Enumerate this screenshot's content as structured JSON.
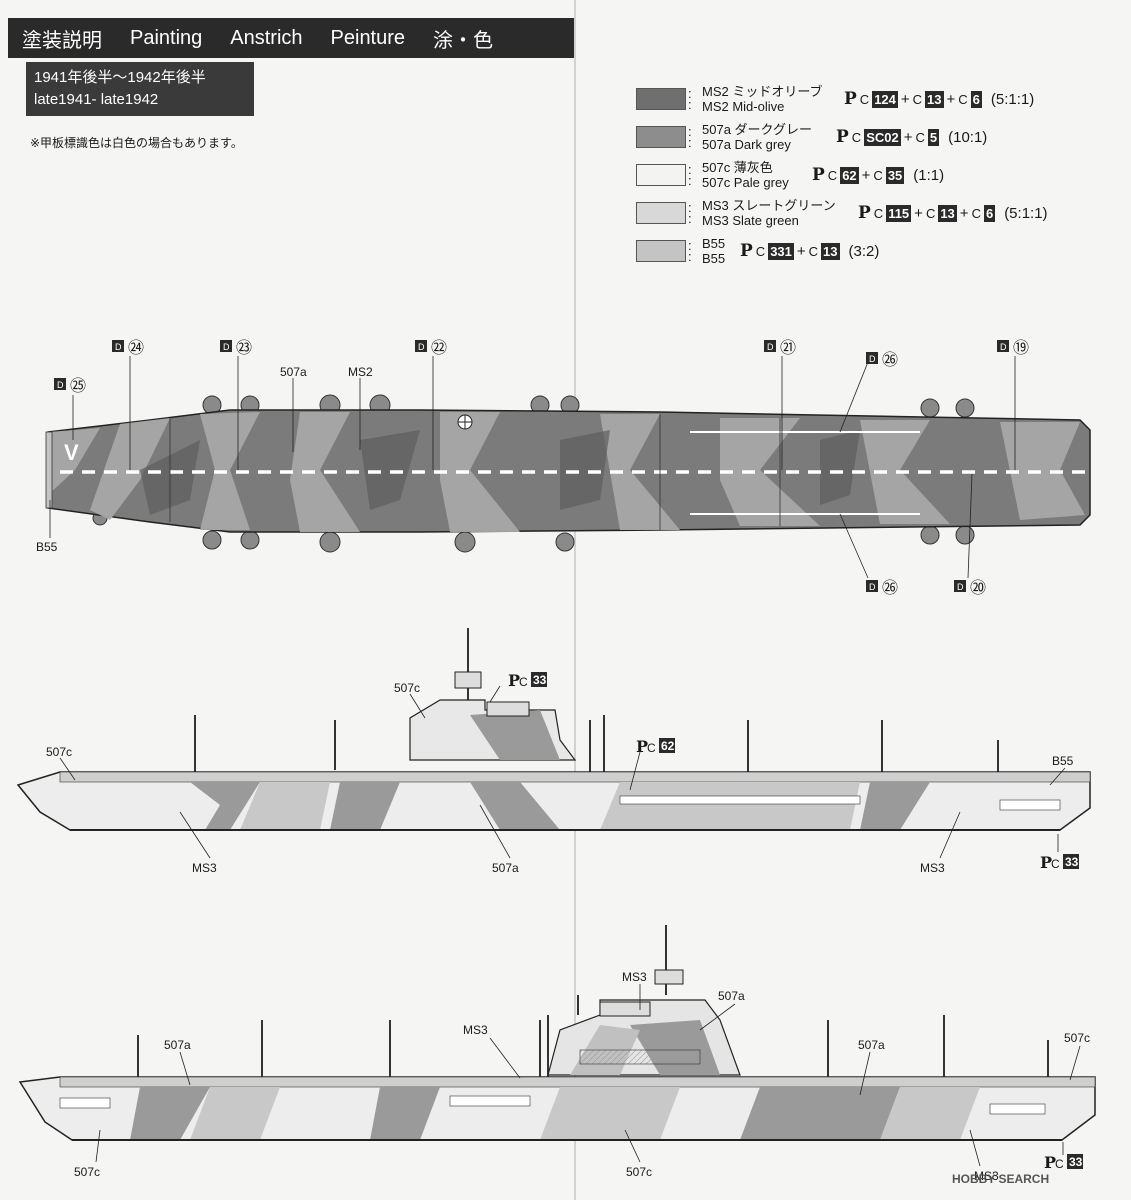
{
  "header": {
    "jp": "塗装説明",
    "en": "Painting",
    "de": "Anstrich",
    "fr": "Peinture",
    "jp2": "涂・色"
  },
  "period": {
    "jp": "1941年後半～1942年後半",
    "en": "late1941- late1942"
  },
  "note": "※甲板標識色は白色の場合もあります。",
  "legend": [
    {
      "jp": "MS2 ミッドオリーブ",
      "en": "MS2 Mid-olive",
      "color": "#6f6f6f",
      "brand": "P",
      "brand_sub": "C",
      "codes": [
        "124",
        "13",
        "6"
      ],
      "ratio": "(5:1:1)"
    },
    {
      "jp": "507a ダークグレー",
      "en": "507a Dark grey",
      "color": "#8d8d8d",
      "brand": "P",
      "brand_sub": "C",
      "codes": [
        "SC02",
        "5"
      ],
      "ratio": "(10:1)"
    },
    {
      "jp": "507c 薄灰色",
      "en": "507c Pale grey",
      "color": "#f3f3f3",
      "brand": "P",
      "brand_sub": "C",
      "codes": [
        "62",
        "35"
      ],
      "ratio": "(1:1)"
    },
    {
      "jp": "MS3 スレートグリーン",
      "en": "MS3 Slate green",
      "color": "#d8d8d8",
      "brand": "P",
      "brand_sub": "C",
      "codes": [
        "115",
        "13",
        "6"
      ],
      "ratio": "(5:1:1)"
    },
    {
      "jp": "B55",
      "en": "B55",
      "color": "#c4c4c4",
      "brand": "P",
      "brand_sub": "C",
      "codes": [
        "331",
        "13"
      ],
      "ratio": "(3:2)"
    }
  ],
  "top_view": {
    "decals": [
      {
        "mark": "D",
        "num": "㉕"
      },
      {
        "mark": "D",
        "num": "㉔"
      },
      {
        "mark": "D",
        "num": "㉓"
      },
      {
        "mark": "D",
        "num": "㉒"
      },
      {
        "mark": "D",
        "num": "㉑"
      },
      {
        "mark": "D",
        "num": "㉖"
      },
      {
        "mark": "D",
        "num": "⑲"
      },
      {
        "mark": "D",
        "num": "㉖"
      },
      {
        "mark": "D",
        "num": "⑳"
      }
    ],
    "labels": {
      "a": "507a",
      "b": "MS2",
      "c": "B55"
    },
    "deck_letter": "V"
  },
  "side_view_1": {
    "labels": [
      "507c",
      "507c",
      "507a",
      "MS3",
      "MS3",
      "B55"
    ],
    "callouts": [
      {
        "brand": "P",
        "brand_sub": "C",
        "code": "33"
      },
      {
        "brand": "P",
        "brand_sub": "C",
        "code": "62"
      },
      {
        "brand": "P",
        "brand_sub": "C",
        "code": "33"
      }
    ]
  },
  "side_view_2": {
    "labels": [
      "MS3",
      "507a",
      "507a",
      "MS3",
      "507a",
      "507c",
      "507c",
      "507c",
      "MS3"
    ],
    "callouts": [
      {
        "brand": "P",
        "brand_sub": "C",
        "code": "33"
      }
    ]
  },
  "watermark": "HOBBY SEARCH"
}
